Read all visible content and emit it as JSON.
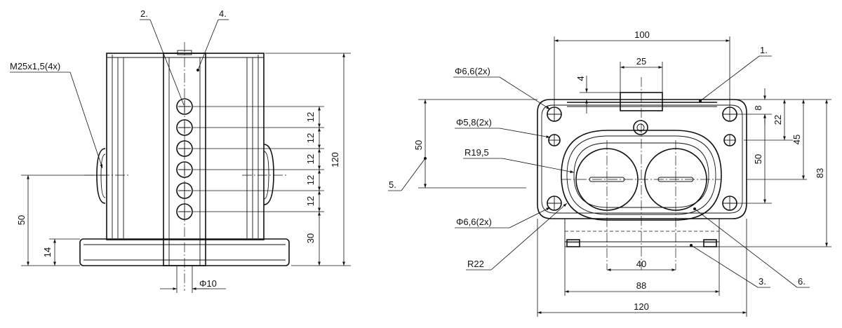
{
  "drawing": {
    "left_view": {
      "callouts": {
        "item_2": "2.",
        "item_4": "4."
      },
      "thread_label": "M25x1,5(4x)",
      "dim_hole_spacing": [
        "12",
        "12",
        "12",
        "12",
        "12"
      ],
      "dim_30": "30",
      "dim_120": "120",
      "dim_50": "50",
      "dim_14": "14",
      "dim_diameter_10": "Φ10"
    },
    "right_view": {
      "dim_100": "100",
      "dim_25": "25",
      "dim_4": "4",
      "dim_8": "8",
      "dim_22": "22",
      "dim_45": "45",
      "dim_50_right": "50",
      "dim_83": "83",
      "dim_50_left": "50",
      "dim_40": "40",
      "dim_88": "88",
      "dim_120": "120",
      "label_d66_top": "Φ6,6(2x)",
      "label_d58": "Φ5,8(2x)",
      "label_r195": "R19,5",
      "label_d66_bottom": "Φ6,6(2x)",
      "label_r22": "R22",
      "callouts": {
        "item_1": "1.",
        "item_3": "3.",
        "item_5": "5.",
        "item_6": "6."
      }
    }
  }
}
